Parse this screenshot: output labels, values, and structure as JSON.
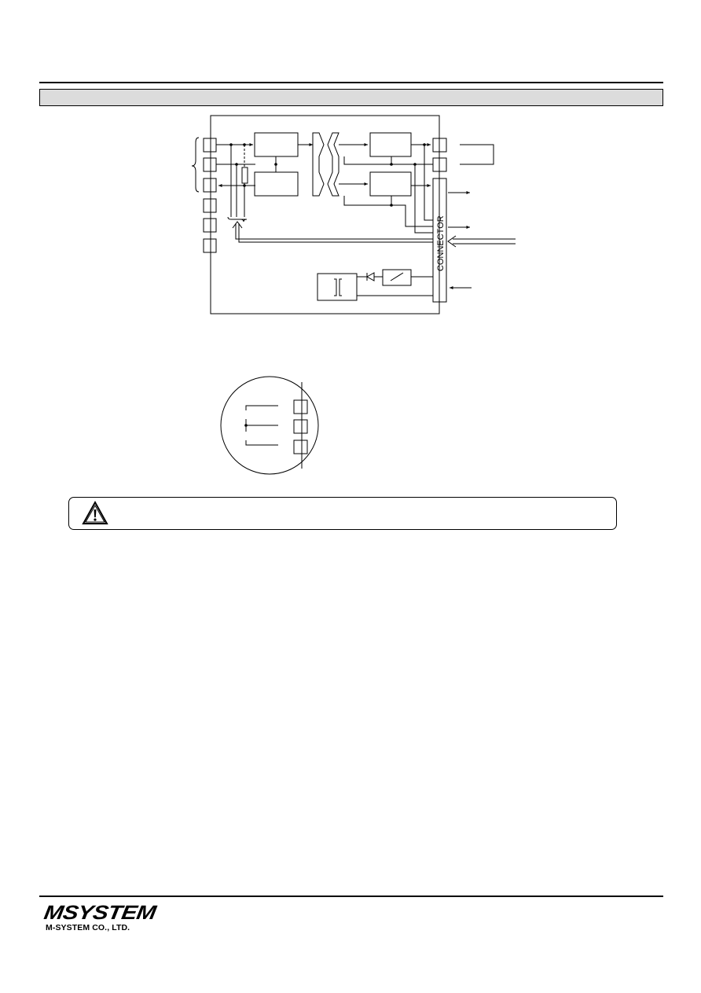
{
  "diagram": {
    "connector_label": "CONNECTOR"
  },
  "footer": {
    "logo_text": "MSYSTEM",
    "company_name": "M-SYSTEM CO., LTD."
  },
  "icons": {
    "caution": "warning-triangle-icon"
  }
}
